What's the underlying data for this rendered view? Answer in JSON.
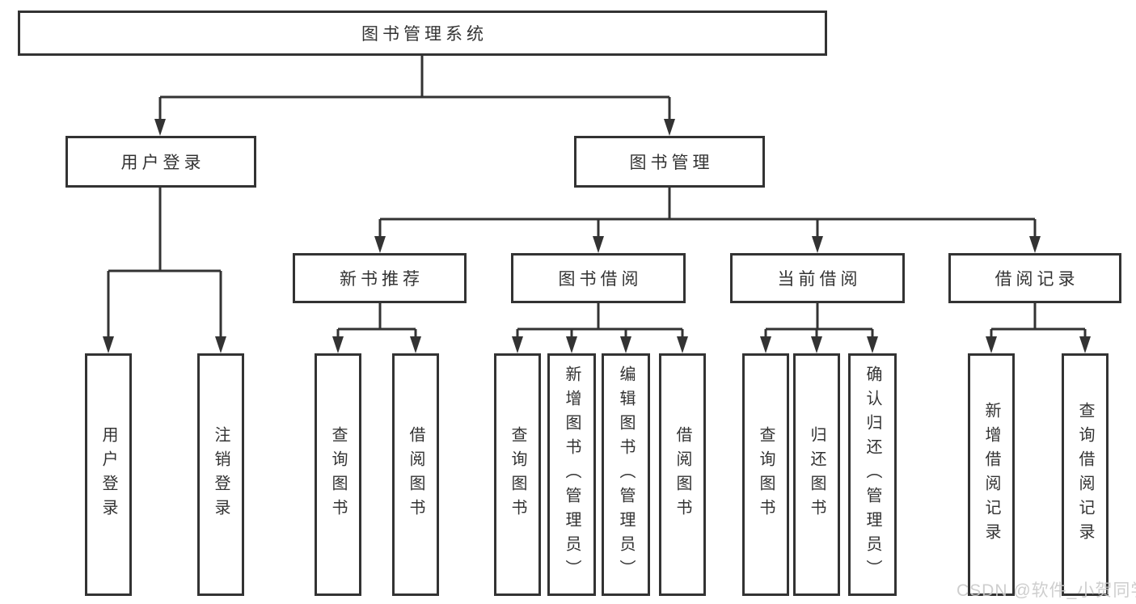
{
  "diagram": {
    "kind": "hierarchy-tree",
    "root_label": "图书管理系统"
  },
  "nodes": {
    "root": {
      "label": "图书管理系统"
    },
    "level2": [
      {
        "label": "用户登录"
      },
      {
        "label": "图书管理"
      }
    ],
    "level3": [
      {
        "label": "新书推荐",
        "parent": "图书管理"
      },
      {
        "label": "图书借阅",
        "parent": "图书管理"
      },
      {
        "label": "当前借阅",
        "parent": "图书管理"
      },
      {
        "label": "借阅记录",
        "parent": "图书管理"
      }
    ],
    "leaves": [
      {
        "label": "用户登录",
        "parent": "用户登录"
      },
      {
        "label": "注销登录",
        "parent": "用户登录"
      },
      {
        "label": "查询图书",
        "parent": "新书推荐"
      },
      {
        "label": "借阅图书",
        "parent": "新书推荐"
      },
      {
        "label": "查询图书",
        "parent": "图书借阅"
      },
      {
        "label": "新增图书（管理员）",
        "parent": "图书借阅"
      },
      {
        "label": "编辑图书（管理员）",
        "parent": "图书借阅"
      },
      {
        "label": "借阅图书",
        "parent": "图书借阅"
      },
      {
        "label": "查询图书",
        "parent": "当前借阅"
      },
      {
        "label": "归还图书",
        "parent": "当前借阅"
      },
      {
        "label": "确认归还（管理员）",
        "parent": "当前借阅"
      },
      {
        "label": "新增借阅记录",
        "parent": "借阅记录"
      },
      {
        "label": "查询借阅记录",
        "parent": "借阅记录"
      }
    ]
  },
  "watermark": {
    "text": "CSDN @软件_小贺同学",
    "color": "#c9c9c9"
  },
  "colors": {
    "line": "#333333",
    "box_border": "#333333",
    "box_fill": "#ffffff",
    "text": "#333333",
    "background": "#ffffff"
  }
}
